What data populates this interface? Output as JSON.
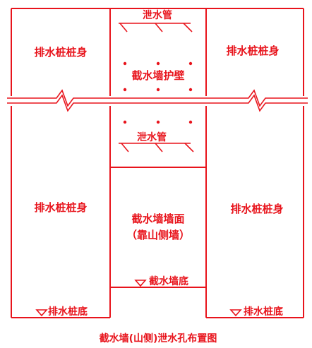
{
  "labels": {
    "top_pipe": "泄水管",
    "top_left_pile": "排水桩桩身",
    "top_right_pile": "排水桩桩身",
    "top_wall": "截水墙护壁",
    "mid_pipe": "泄水管",
    "bottom_left_pile": "排水桩桩身",
    "bottom_right_pile": "排水桩桩身",
    "wall_face_line1": "截水墙墙面",
    "wall_face_line2": "（靠山侧墙）",
    "wall_bottom": "截水墙底",
    "left_pile_bottom": "排水桩底",
    "right_pile_bottom": "排水桩底",
    "caption": "截水墙(山侧)泄水孔布置图"
  },
  "colors": {
    "line": "#e8141c",
    "background": "#ffffff"
  }
}
